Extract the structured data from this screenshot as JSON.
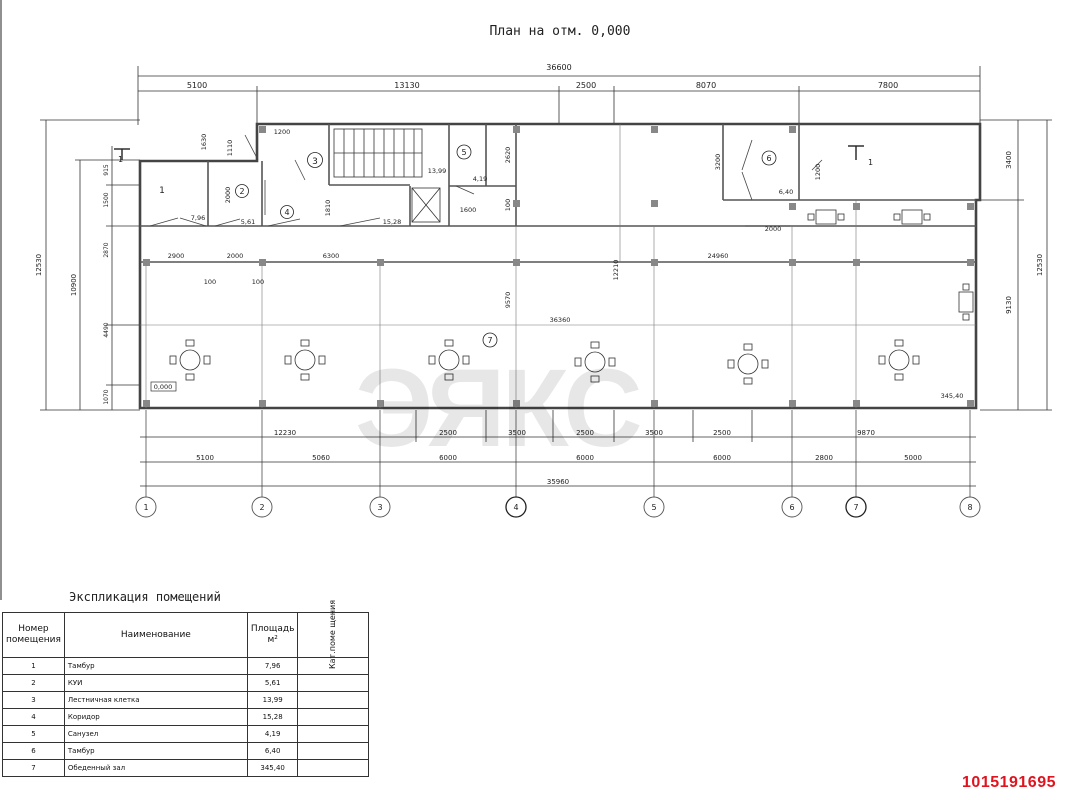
{
  "plan_title": "План на отм. 0,000",
  "colors": {
    "line": "#2b2b2b",
    "wall": "#555555",
    "listing_id": "#e0141e"
  },
  "top_dimensions": {
    "overall": "36600",
    "segments": [
      "5100",
      "13130",
      "2500",
      "8070",
      "7800"
    ]
  },
  "bottom_dimensions": {
    "upper": [
      "12230",
      "2500",
      "3500",
      "2500",
      "3500",
      "2500",
      "9870"
    ],
    "middle": [
      "5100",
      "5060",
      "6000",
      "6000",
      "6000",
      "2800",
      "5000"
    ],
    "overall": "35960"
  },
  "left_dimensions": {
    "overall": "12530",
    "inner": "10900",
    "segments": [
      "915",
      "1500",
      "2870",
      "4490",
      "1070"
    ]
  },
  "right_dimensions": {
    "overall": "12530",
    "segments": [
      "3400",
      "9130"
    ]
  },
  "inner_dimensions": [
    "1630",
    "1110",
    "1200",
    "2000",
    "1810",
    "2620",
    "100",
    "1600",
    "2900",
    "2000",
    "6300",
    "100",
    "100",
    "9570",
    "12210",
    "24960",
    "36360",
    "3200",
    "1200",
    "2000",
    "2800"
  ],
  "area_labels": [
    "7,96",
    "5,61",
    "15,28",
    "13,99",
    "4,19",
    "6,40",
    "345,40"
  ],
  "level_mark": "0,000",
  "section_mark": "1",
  "room_markers": [
    "1",
    "2",
    "3",
    "4",
    "5",
    "6",
    "7"
  ],
  "axes": [
    "1",
    "2",
    "3",
    "4",
    "5",
    "6",
    "7",
    "8"
  ],
  "explication": {
    "title": "Экспликация помещений",
    "headers": {
      "number": "Номер помещения",
      "name": "Наименование",
      "area": "Площадь м²",
      "category": "Кат.поме щения"
    },
    "rows": [
      {
        "num": "1",
        "name": "Тамбур",
        "area": "7,96",
        "cat": ""
      },
      {
        "num": "2",
        "name": "КУИ",
        "area": "5,61",
        "cat": ""
      },
      {
        "num": "3",
        "name": "Лестничная клетка",
        "area": "13,99",
        "cat": ""
      },
      {
        "num": "4",
        "name": "Коридор",
        "area": "15,28",
        "cat": ""
      },
      {
        "num": "5",
        "name": "Санузел",
        "area": "4,19",
        "cat": ""
      },
      {
        "num": "6",
        "name": "Тамбур",
        "area": "6,40",
        "cat": ""
      },
      {
        "num": "7",
        "name": "Обеденный зал",
        "area": "345,40",
        "cat": ""
      }
    ]
  },
  "watermark": "ЭЯКС",
  "listing_id": "1015191695"
}
